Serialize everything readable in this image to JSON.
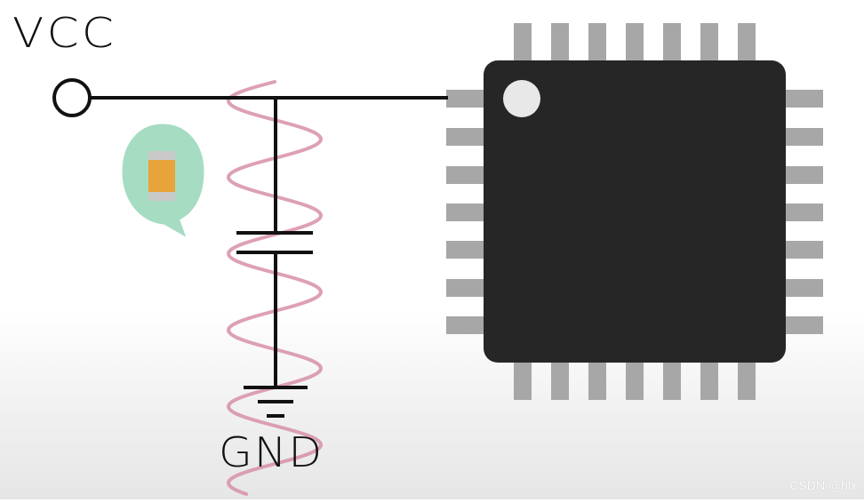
{
  "labels": {
    "vcc": "VCC",
    "gnd": "GND"
  },
  "watermark": "CSDN @hlx",
  "colors": {
    "wire": "#111111",
    "chip_body": "#262626",
    "chip_pins": "#a7a7a7",
    "pin1_dot": "#e8e8e8",
    "noise_wave": "#d78fa8",
    "bubble_fill": "#a6dcc2",
    "capacitor_body": "#e8a33a",
    "capacitor_caps": "#c9c9c9"
  },
  "icons": {
    "vcc_terminal": "open-circle-terminal",
    "ground": "ground-symbol",
    "capacitor": "capacitor-symbol",
    "smd_capacitor": "smd-capacitor-icon",
    "chip": "qfp-ic-chip"
  }
}
